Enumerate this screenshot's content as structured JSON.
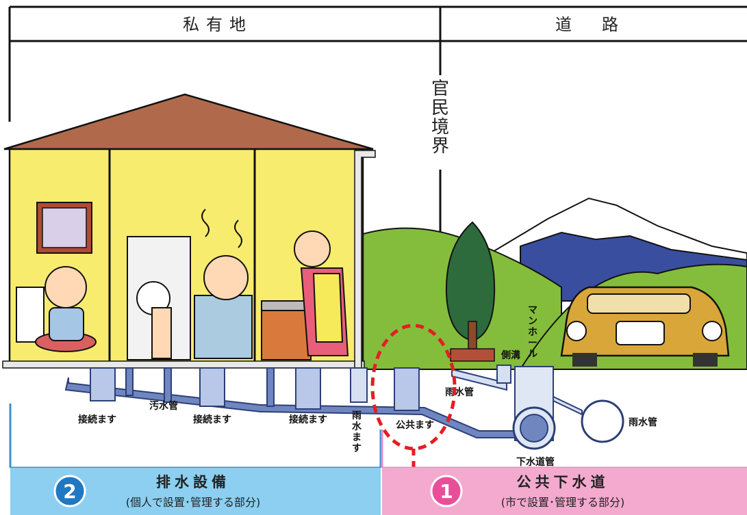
{
  "header": {
    "private_land": "私有地",
    "road": "道　路"
  },
  "boundary_label": "官民境界",
  "labels": {
    "connection_box_1": "接続ます",
    "connection_box_2": "接続ます",
    "connection_box_3": "接続ます",
    "sewage_pipe": "汚水管",
    "rain_box": "雨水ます",
    "public_box": "公共ます",
    "rain_pipe_upper": "雨水管",
    "rain_pipe_right": "雨水管",
    "side_ditch": "側溝",
    "manhole": "マンホール",
    "sewer_pipe": "下水道管"
  },
  "panels": {
    "left": {
      "number": "2",
      "title": "排水設備",
      "subtitle": "(個人で設置･管理する部分)",
      "color": "#8ccff0"
    },
    "right": {
      "number": "1",
      "title": "公共下水道",
      "subtitle": "(市で設置･管理する部分)",
      "color": "#f4a9cf"
    }
  },
  "colors": {
    "house_wall": "#f7ec6d",
    "roof": "#b06a4b",
    "hill": "#84bd3b",
    "pipe": "#6f86c1",
    "marker": "#e31e24"
  }
}
